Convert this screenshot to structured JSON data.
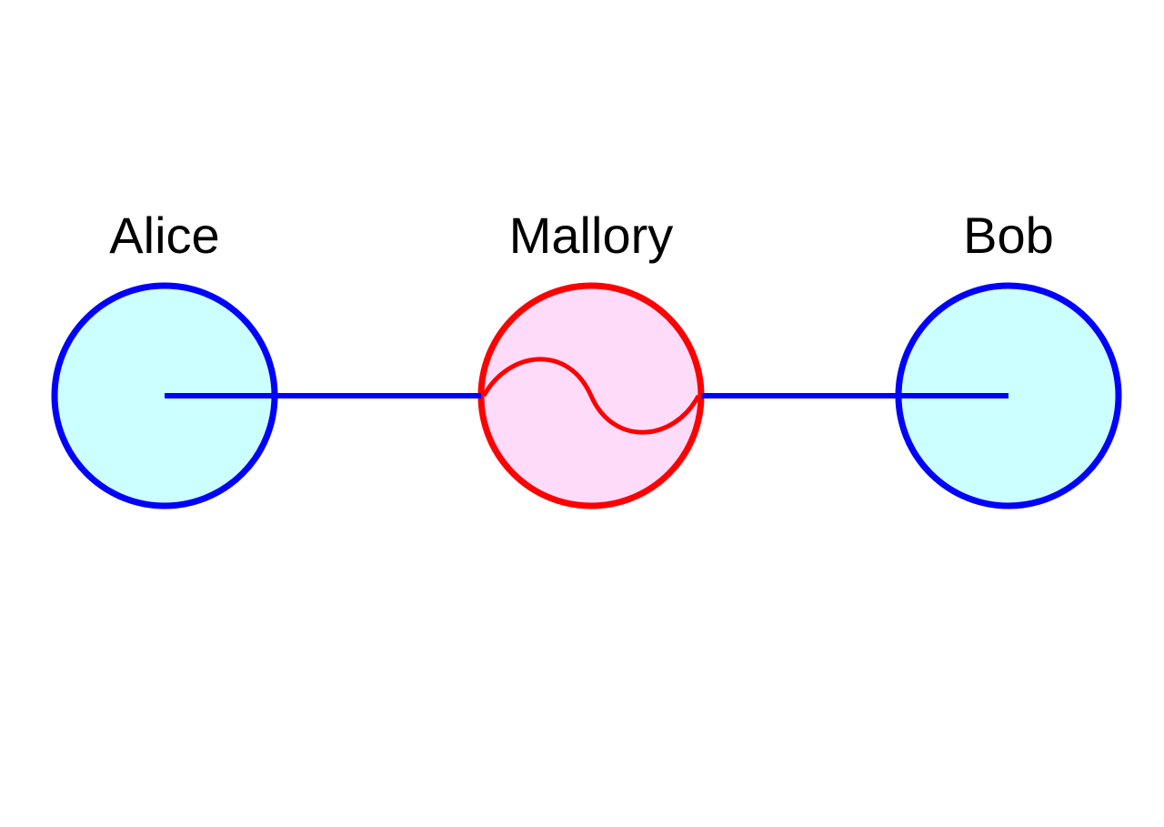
{
  "diagram": {
    "nodes": [
      {
        "id": "alice",
        "label": "Alice",
        "role": "endpoint"
      },
      {
        "id": "mallory",
        "label": "Mallory",
        "role": "interceptor"
      },
      {
        "id": "bob",
        "label": "Bob",
        "role": "endpoint"
      }
    ],
    "links": [
      {
        "from": "alice",
        "to": "mallory"
      },
      {
        "from": "mallory",
        "to": "bob"
      }
    ]
  },
  "colors": {
    "background": "#ffffff",
    "endpoint_stroke": "#0000ff",
    "endpoint_fill": "#ccffff",
    "interceptor_stroke": "#ff0000",
    "interceptor_fill": "#ffdbfa",
    "link": "#0000ff",
    "text": "#000000"
  }
}
